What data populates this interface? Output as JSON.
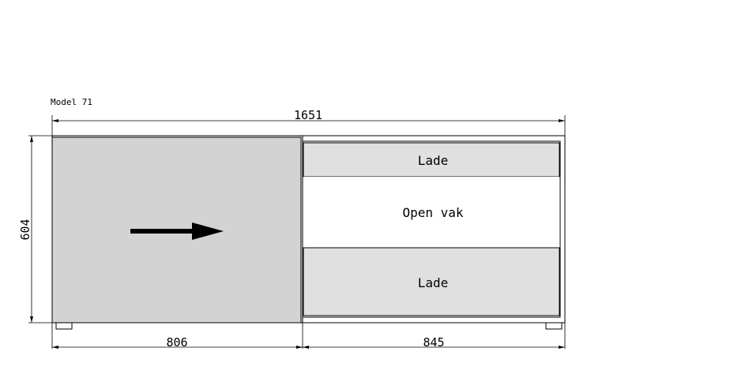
{
  "title": "Model 71",
  "dimensions": {
    "total_width": "1651",
    "height": "604",
    "left_width": "806",
    "right_width": "845"
  },
  "compartments": {
    "top_drawer": "Lade",
    "open_compartment": "Open vak",
    "bottom_drawer": "Lade"
  },
  "icons": {
    "sliding_door_arrow": "arrow-right-icon"
  },
  "colors": {
    "door_fill": "#d3d3d3",
    "drawer_fill": "#e0e0e0",
    "line": "#000000",
    "background": "#ffffff"
  }
}
